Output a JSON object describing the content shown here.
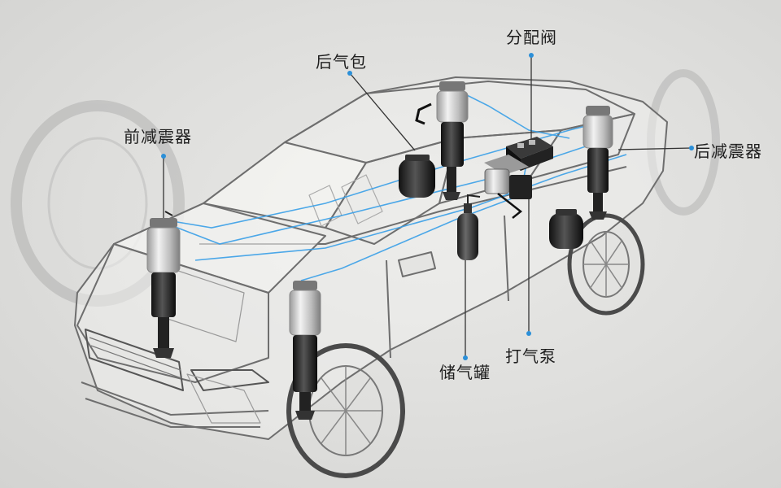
{
  "labels": {
    "rear_airbag": "后气包",
    "distribution_valve": "分配阀",
    "front_shock": "前减震器",
    "rear_shock": "后减震器",
    "air_pump": "打气泵",
    "air_tank": "储气罐"
  },
  "colors": {
    "background": "#dcdcda",
    "label_text": "#1e1e1e",
    "leader_dot": "#2b8fd8",
    "air_line": "#3aa0e8",
    "car_line": "#6e6e6e"
  },
  "icons": [
    "car-wireframe",
    "air-strut-icon",
    "air-bag-icon",
    "valve-block-icon",
    "compressor-icon",
    "air-tank-icon"
  ]
}
